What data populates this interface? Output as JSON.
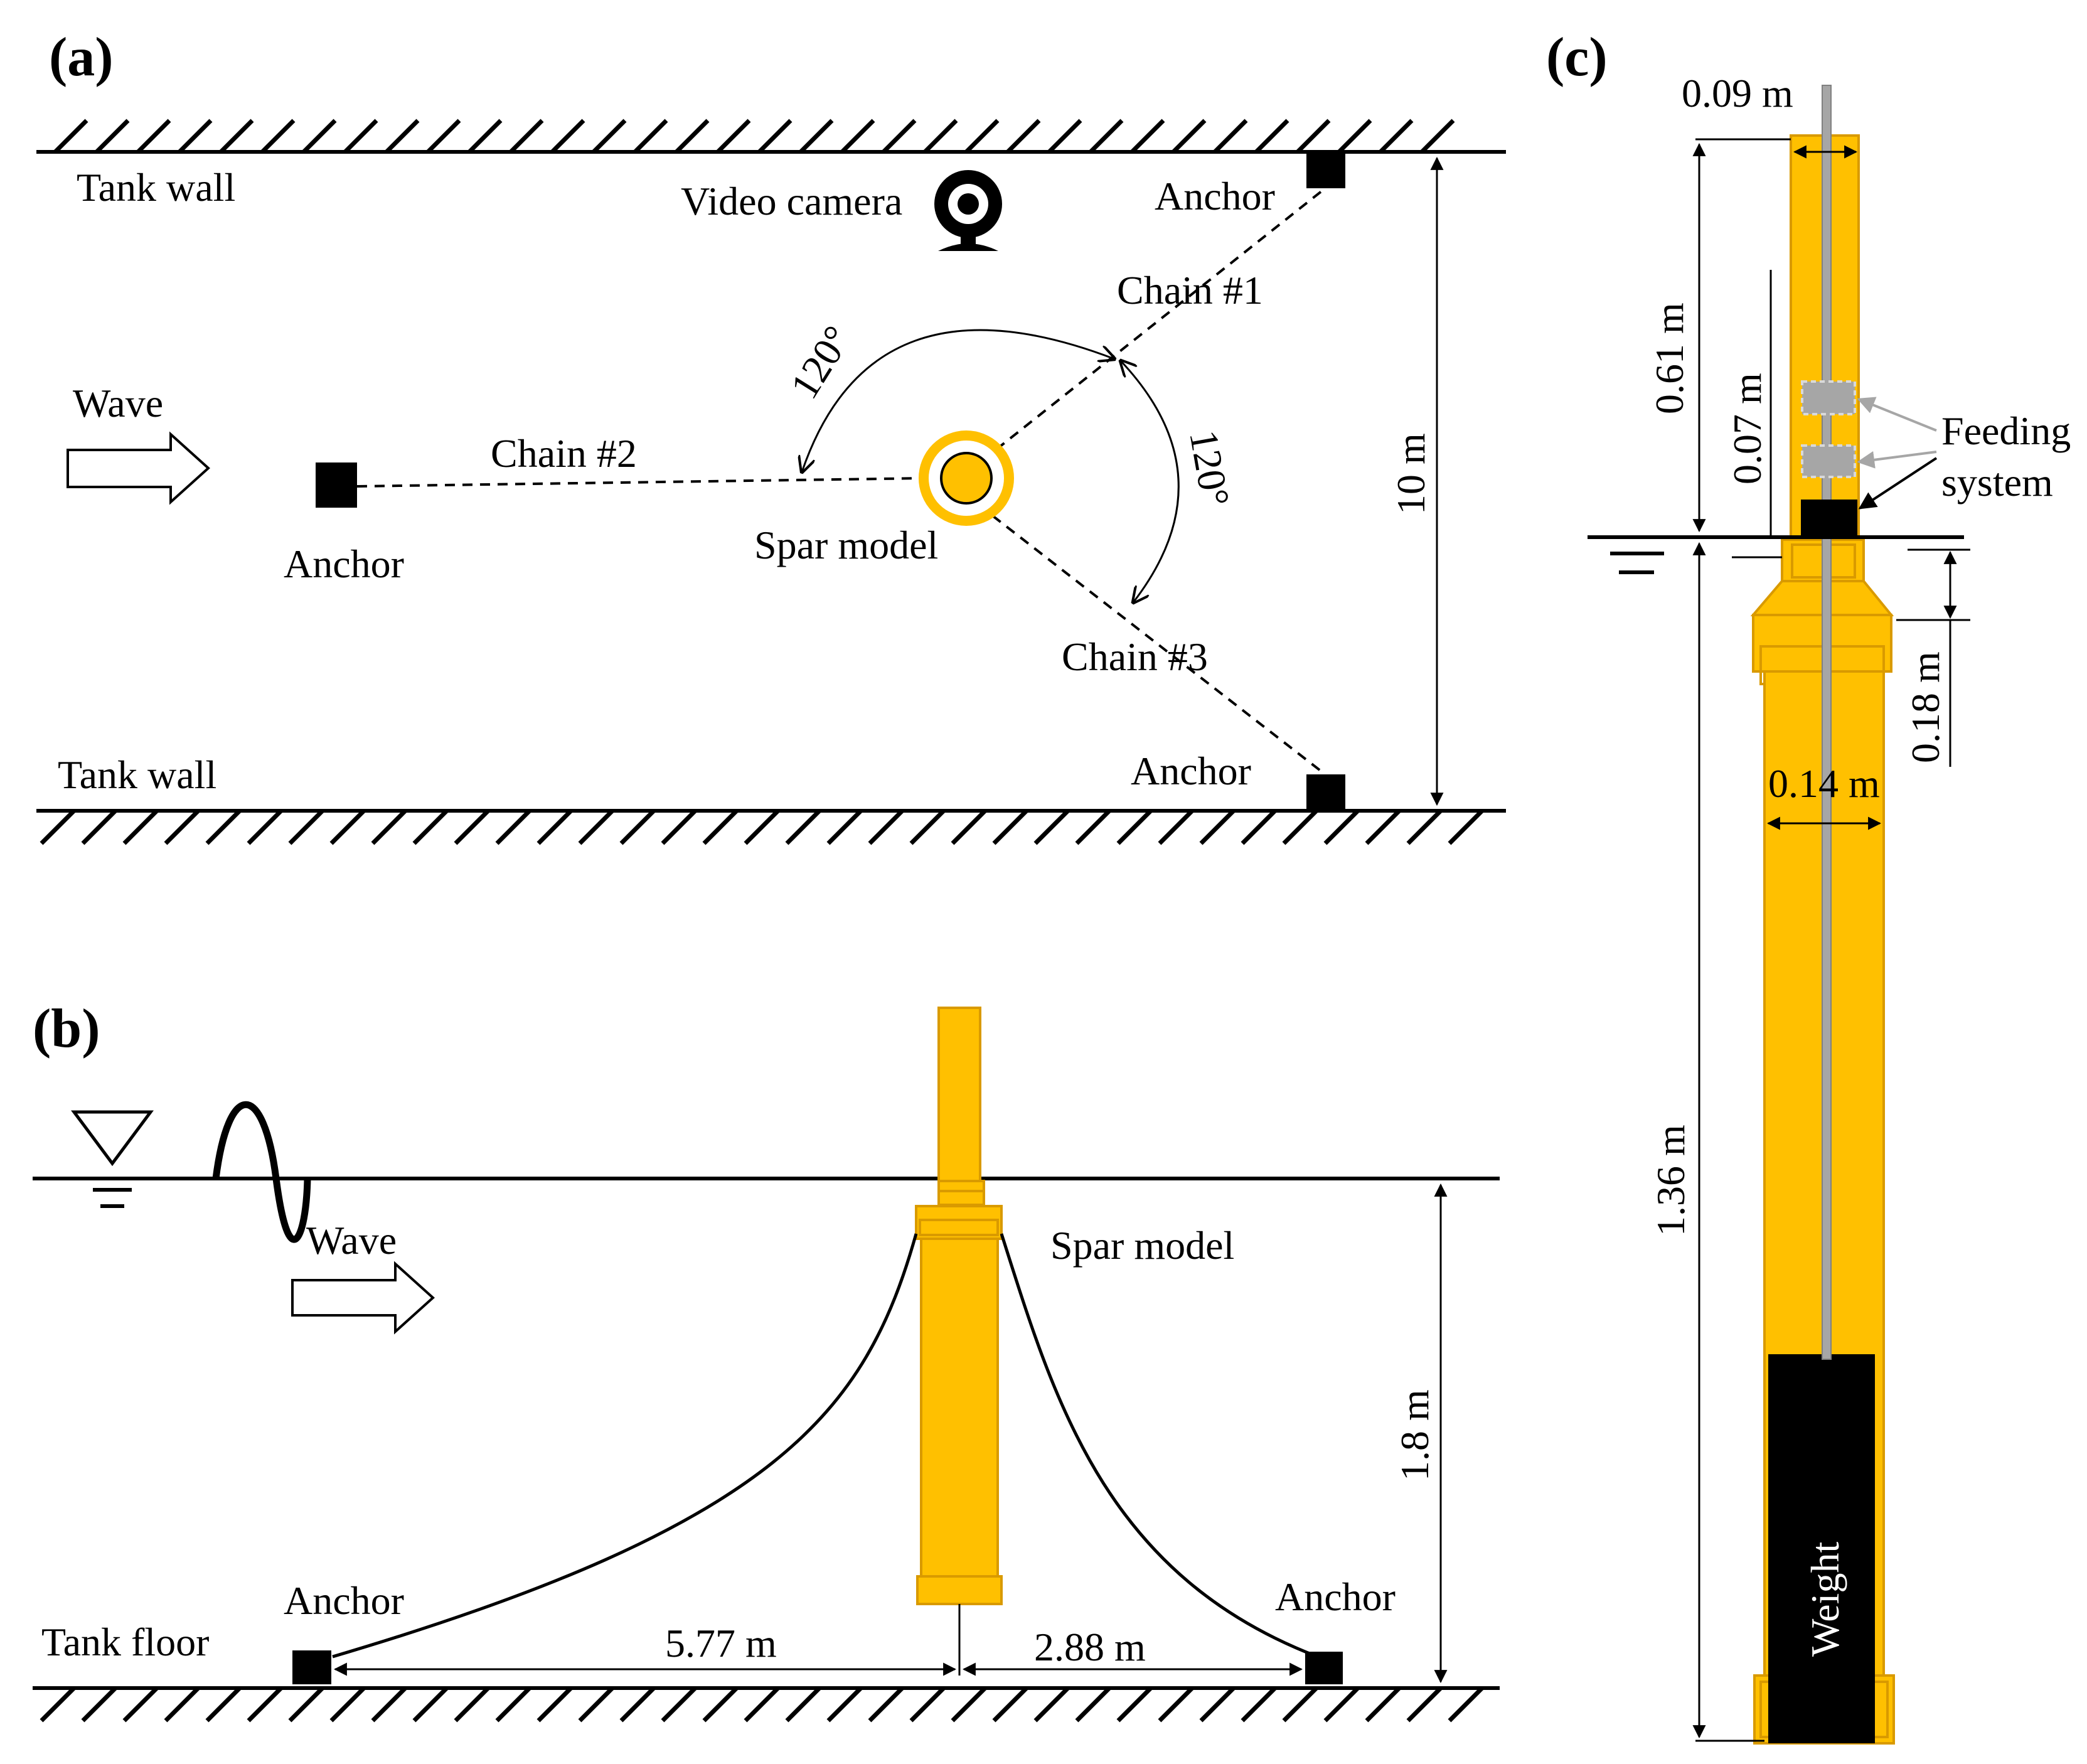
{
  "panels": {
    "a": {
      "label": "(a)",
      "tank_wall_top": "Tank wall",
      "tank_wall_bottom": "Tank wall",
      "video_camera": "Video camera",
      "anchor_top_right": "Anchor",
      "anchor_left": "Anchor",
      "anchor_bottom_right": "Anchor",
      "chain1": "Chain #1",
      "chain2": "Chain #2",
      "chain3": "Chain #3",
      "angle_upper": "120°",
      "angle_right": "120°",
      "wave": "Wave",
      "spar_model": "Spar model",
      "width_dim": "10 m"
    },
    "b": {
      "label": "(b)",
      "wave": "Wave",
      "spar_model": "Spar model",
      "depth_dim": "1.8 m",
      "anchor_left": "Anchor",
      "anchor_right": "Anchor",
      "tank_floor": "Tank floor",
      "dist_left": "5.77 m",
      "dist_right": "2.88 m"
    },
    "c": {
      "label": "(c)",
      "top_width": "0.09 m",
      "upper_length": "0.61 m",
      "feeding_spacing": "0.07 m",
      "feeding_system_line1": "Feeding",
      "feeding_system_line2": "system",
      "draft_collar": "0.18 m",
      "body_width": "0.14 m",
      "lower_length": "1.36 m",
      "weight": "Weight"
    }
  },
  "colors": {
    "spar_fill": "#FFC000",
    "spar_edge": "#D99A00",
    "feeding_fill": "#A6A6A6",
    "ink": "#000000"
  }
}
